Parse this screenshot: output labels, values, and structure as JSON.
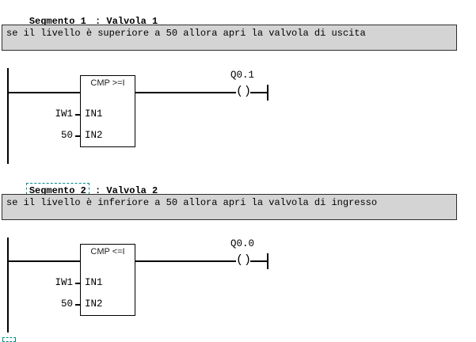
{
  "app": {
    "view": "LAD ladder logic editor"
  },
  "colors": {
    "background": "#ffffff",
    "wire": "#000000",
    "comment_background": "#d4d4d4",
    "comment_border": "#2e2e2e",
    "selection_dash": "#008c87",
    "text": "#000000"
  },
  "segments": [
    {
      "title_name": "Segmento 1",
      "title_rest": " : Valvola 1",
      "selected": false,
      "comment": "se il livello è superiore a 50 allora apri la valvola di uscita",
      "block": {
        "label": "CMP >=I",
        "pins": [
          {
            "name": "IN1",
            "operand": "IW1"
          },
          {
            "name": "IN2",
            "operand": "50"
          }
        ]
      },
      "coil": {
        "address": "Q0.1",
        "open_paren": "(",
        "close_paren": ")"
      }
    },
    {
      "title_name": "Segmento 2",
      "title_rest": " : Valvola 2",
      "selected": true,
      "comment": "se il livello è inferiore a 50 allora apri la valvola di ingresso",
      "block": {
        "label": "CMP <=I",
        "pins": [
          {
            "name": "IN1",
            "operand": "IW1"
          },
          {
            "name": "IN2",
            "operand": "50"
          }
        ]
      },
      "coil": {
        "address": "Q0.0",
        "open_paren": "(",
        "close_paren": ")"
      }
    }
  ]
}
